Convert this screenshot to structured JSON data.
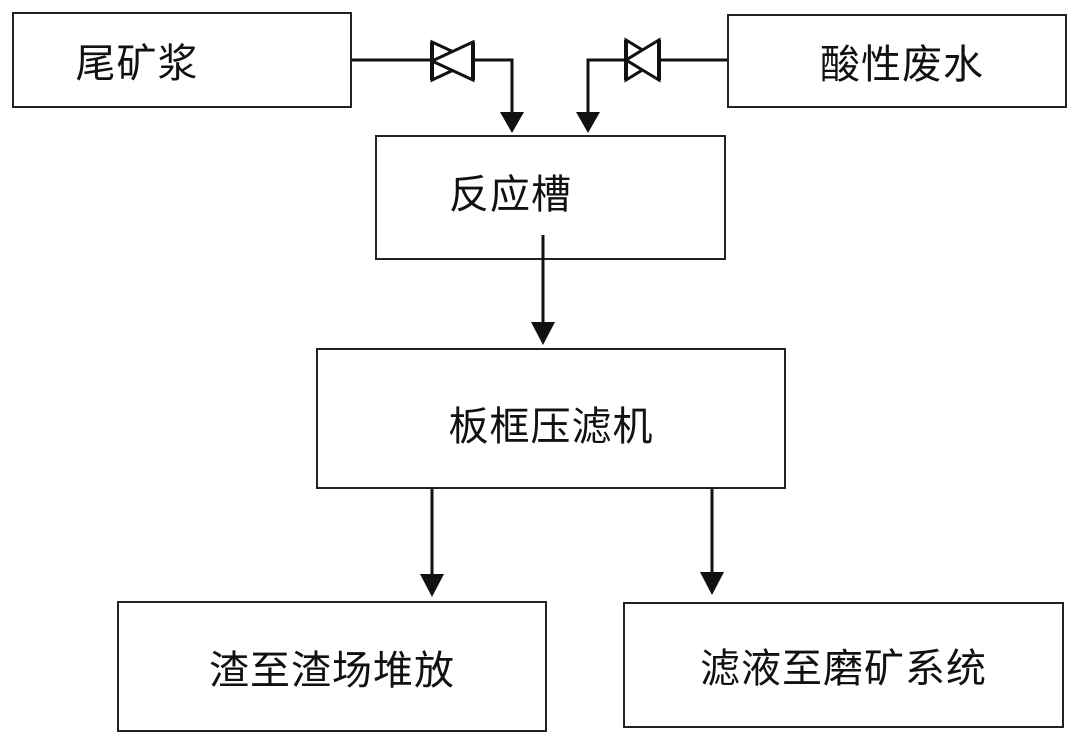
{
  "nodes": {
    "tailings_slurry": "尾矿浆",
    "acidic_wastewater": "酸性废水",
    "reaction_tank": "反应槽",
    "filter_press": "板框压滤机",
    "slag_storage": "渣至渣场堆放",
    "filtrate_to_grinding": "滤液至磨矿系统"
  },
  "edges": [
    {
      "from": "tailings_slurry",
      "to": "reaction_tank",
      "valve": true
    },
    {
      "from": "acidic_wastewater",
      "to": "reaction_tank",
      "valve": true
    },
    {
      "from": "reaction_tank",
      "to": "filter_press",
      "valve": false
    },
    {
      "from": "filter_press",
      "to": "slag_storage",
      "valve": false
    },
    {
      "from": "filter_press",
      "to": "filtrate_to_grinding",
      "valve": false
    }
  ],
  "colors": {
    "line": "#111111",
    "box_border": "#222222",
    "text": "#111111"
  }
}
